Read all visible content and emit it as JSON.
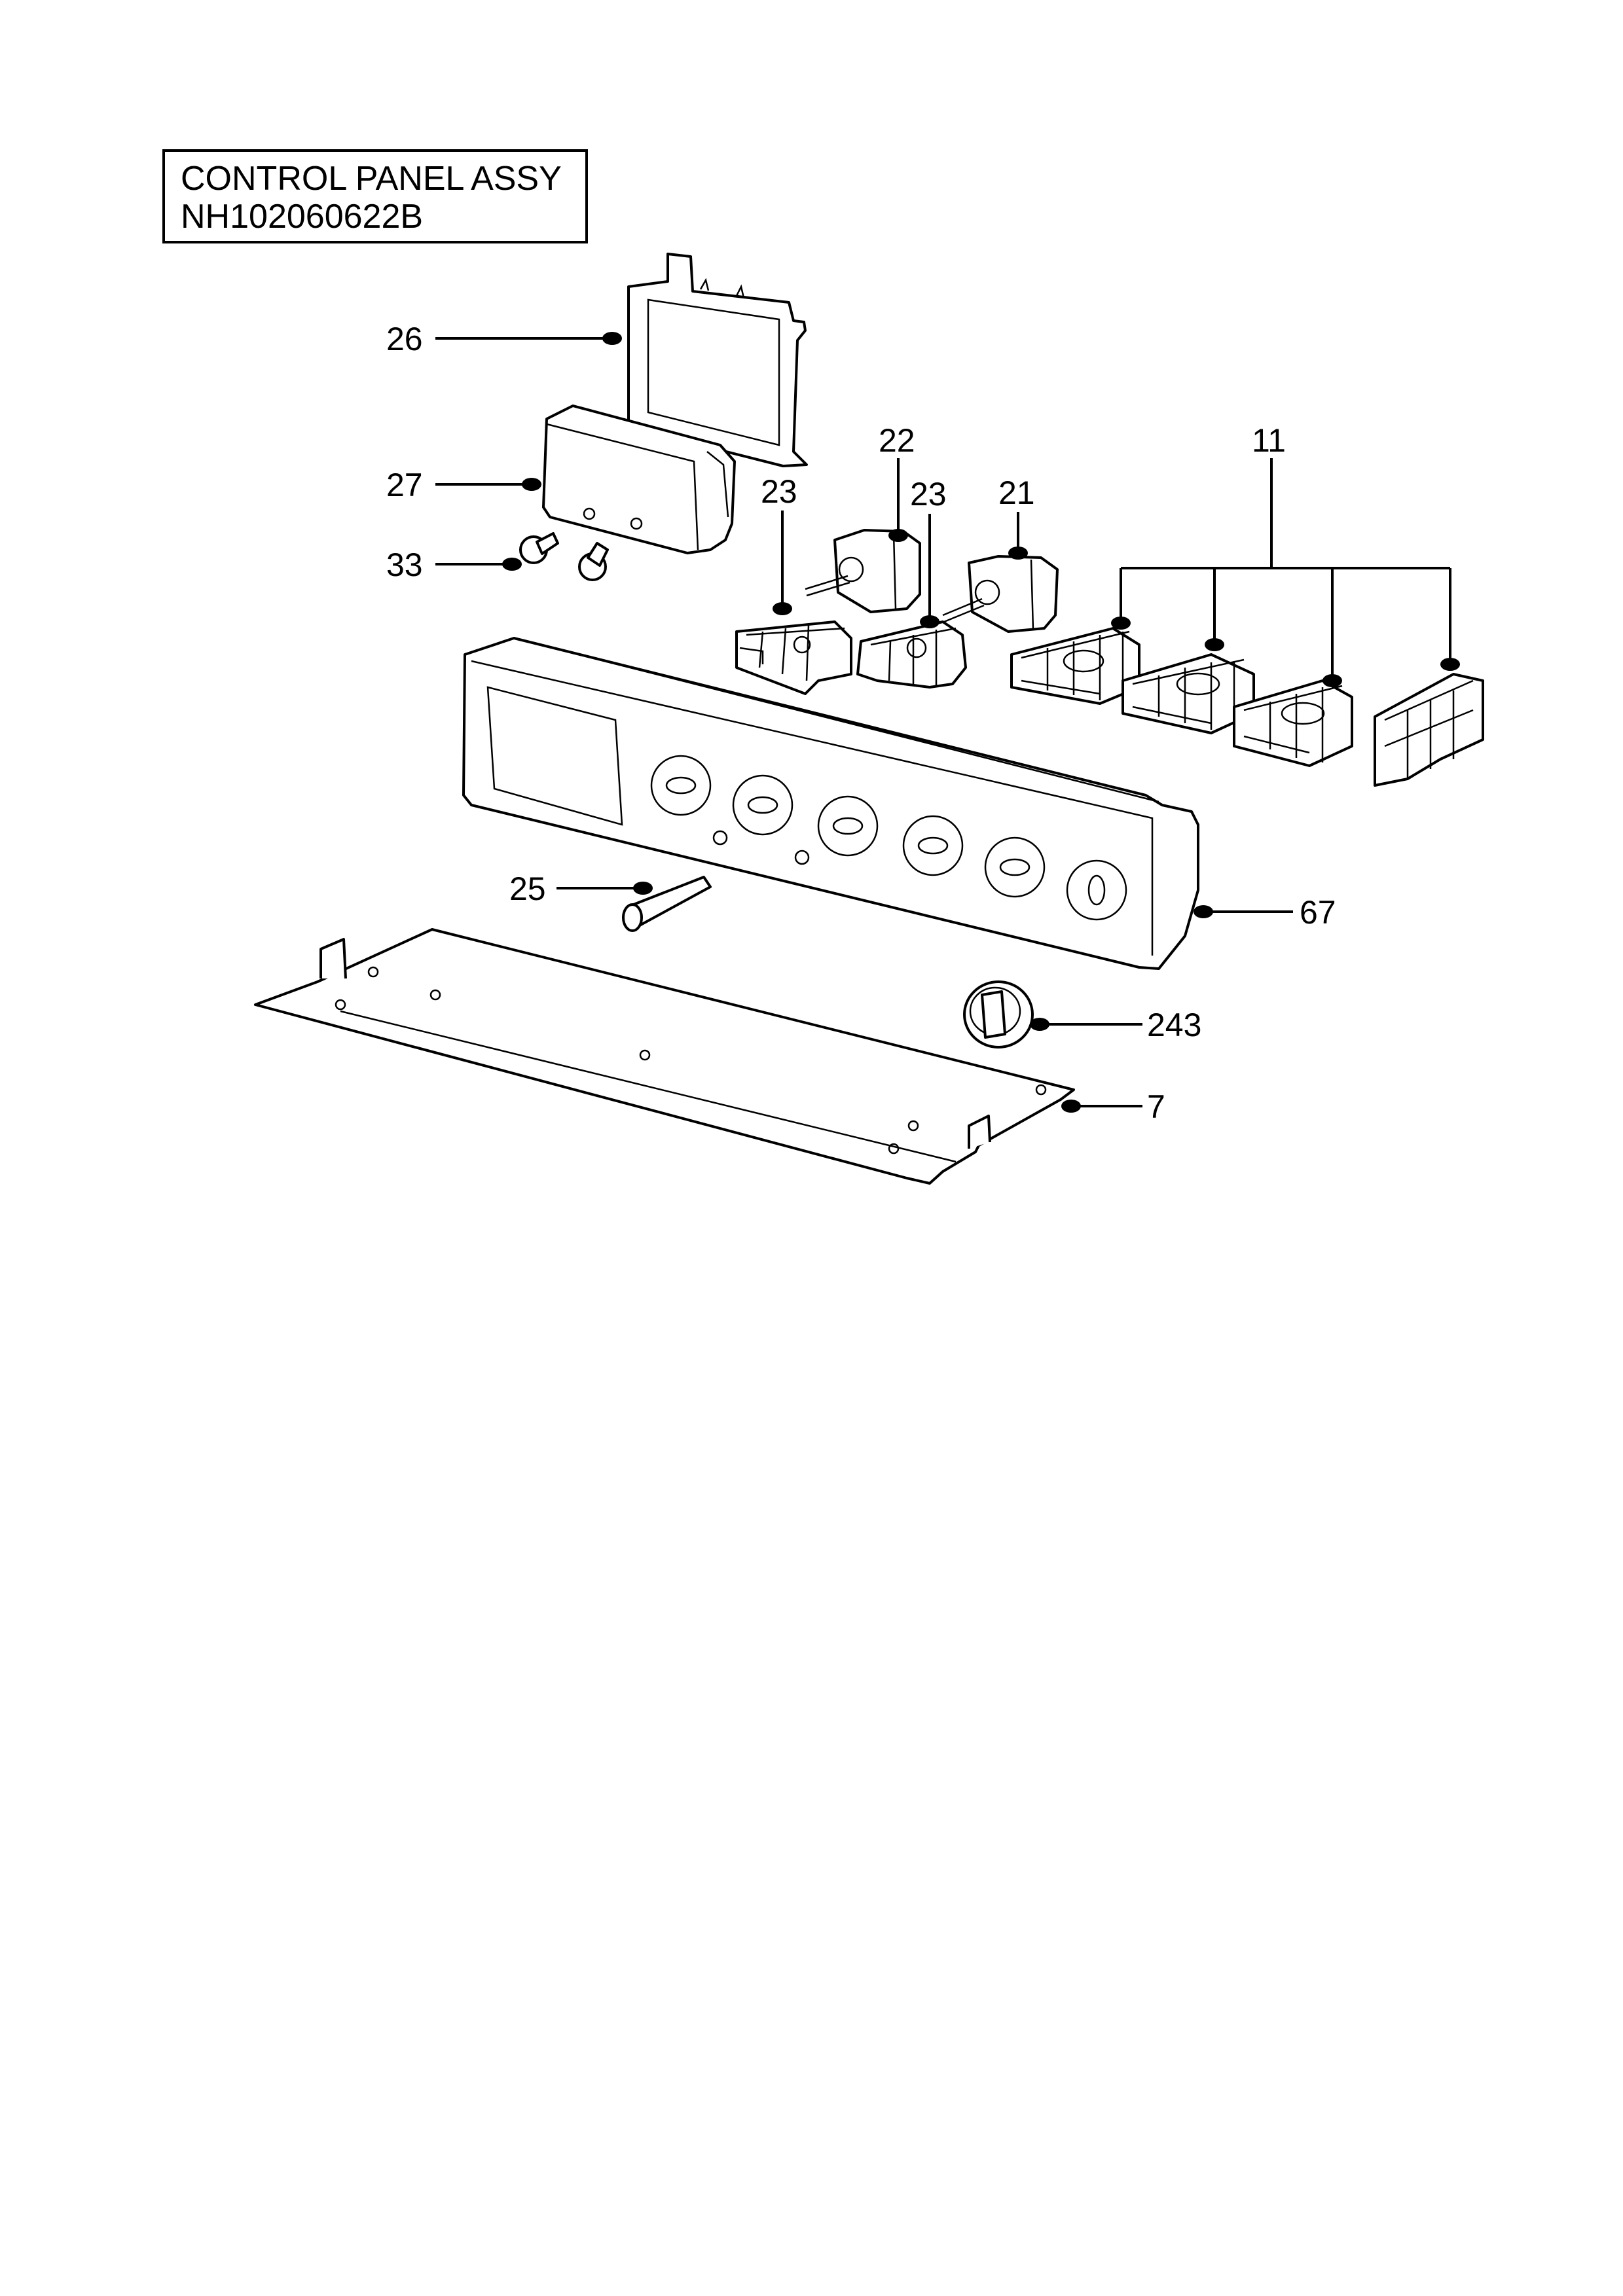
{
  "title": {
    "line1": "CONTROL PANEL ASSY",
    "line2": "NH102060622B"
  },
  "callouts": {
    "c26": "26",
    "c27": "27",
    "c33": "33",
    "c22": "22",
    "c23a": "23",
    "c23b": "23",
    "c21": "21",
    "c11": "11",
    "c25": "25",
    "c67": "67",
    "c243": "243",
    "c7": "7"
  }
}
